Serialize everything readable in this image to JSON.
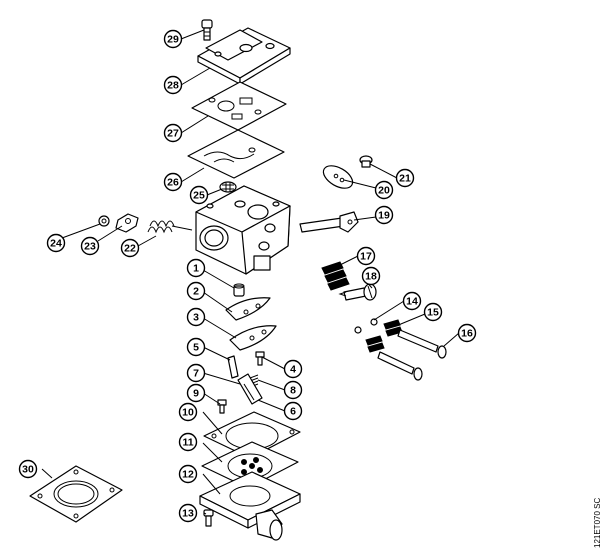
{
  "figure_code": "121ET070 SC",
  "callouts": [
    {
      "id": "1",
      "label": "1"
    },
    {
      "id": "2",
      "label": "2"
    },
    {
      "id": "3",
      "label": "3"
    },
    {
      "id": "4",
      "label": "4"
    },
    {
      "id": "5",
      "label": "5"
    },
    {
      "id": "6",
      "label": "6"
    },
    {
      "id": "7",
      "label": "7"
    },
    {
      "id": "8",
      "label": "8"
    },
    {
      "id": "9",
      "label": "9"
    },
    {
      "id": "10",
      "label": "10"
    },
    {
      "id": "11",
      "label": "11"
    },
    {
      "id": "12",
      "label": "12"
    },
    {
      "id": "13",
      "label": "13"
    },
    {
      "id": "14",
      "label": "14"
    },
    {
      "id": "15",
      "label": "15"
    },
    {
      "id": "16",
      "label": "16"
    },
    {
      "id": "17",
      "label": "17"
    },
    {
      "id": "18",
      "label": "18"
    },
    {
      "id": "19",
      "label": "19"
    },
    {
      "id": "20",
      "label": "20"
    },
    {
      "id": "21",
      "label": "21"
    },
    {
      "id": "22",
      "label": "22"
    },
    {
      "id": "23",
      "label": "23"
    },
    {
      "id": "24",
      "label": "24"
    },
    {
      "id": "25",
      "label": "25"
    },
    {
      "id": "26",
      "label": "26"
    },
    {
      "id": "27",
      "label": "27"
    },
    {
      "id": "28",
      "label": "28"
    },
    {
      "id": "29",
      "label": "29"
    },
    {
      "id": "30",
      "label": "30"
    }
  ]
}
